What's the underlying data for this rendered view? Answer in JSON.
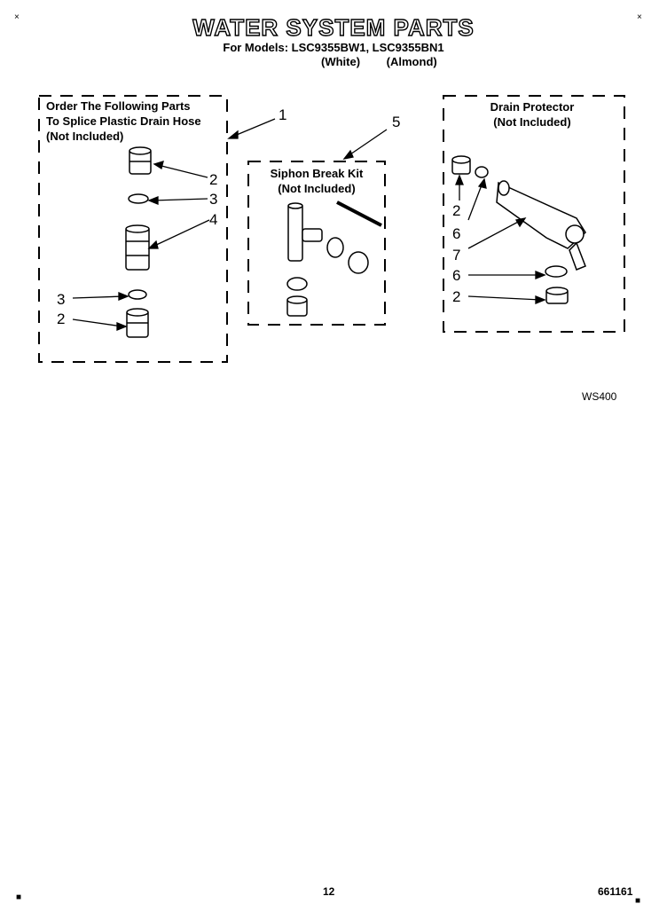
{
  "header": {
    "title": "WATER SYSTEM PARTS",
    "models": "For Models: LSC9355BW1, LSC9355BN1",
    "color_white": "(White)",
    "color_almond": "(Almond)"
  },
  "boxes": {
    "splice": [
      "Order The Following Parts",
      "To Splice Plastic Drain Hose",
      "(Not Included)"
    ],
    "siphon": [
      "Siphon Break Kit",
      "(Not Included)"
    ],
    "drain": [
      "Drain Protector",
      "(Not Included)"
    ]
  },
  "callouts": {
    "c1": "1",
    "c2a": "2",
    "c3a": "3",
    "c4": "4",
    "c3b": "3",
    "c2b": "2",
    "c5": "5",
    "c2c": "2",
    "c6a": "6",
    "c7": "7",
    "c6b": "6",
    "c2d": "2"
  },
  "footer": {
    "code": "WS400",
    "page": "12",
    "part_no": "661161"
  }
}
